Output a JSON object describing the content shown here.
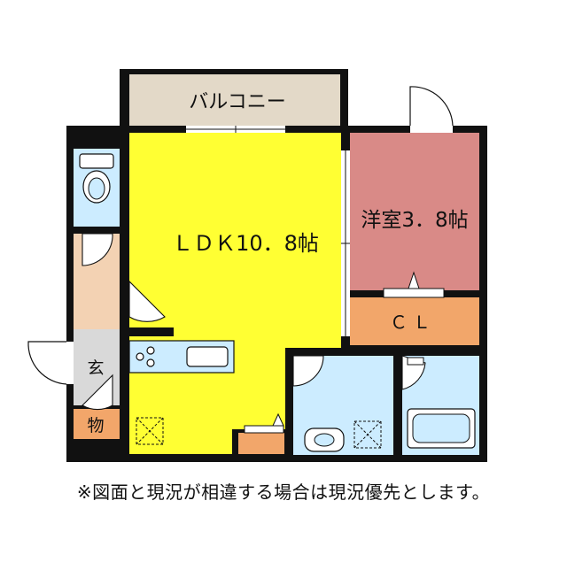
{
  "rooms": {
    "balcony": "バルコニー",
    "ldk": "ＬＤＫ10．8帖",
    "western": "洋室3．8帖",
    "closet": "ＣＬ",
    "entrance": "玄",
    "storage": "物"
  },
  "note": "※図面と現況が相違する場合は現況優先とします。",
  "colors": {
    "ldk": "#ffff33",
    "western": "#d98a87",
    "closet": "#f2a66a",
    "wet_area": "#ccecff",
    "corridor": "#f3d2b3",
    "balcony": "#e3d9c8",
    "entrance": "#d9d9d9",
    "storage": "#f2a66a",
    "wall": "#111111"
  }
}
